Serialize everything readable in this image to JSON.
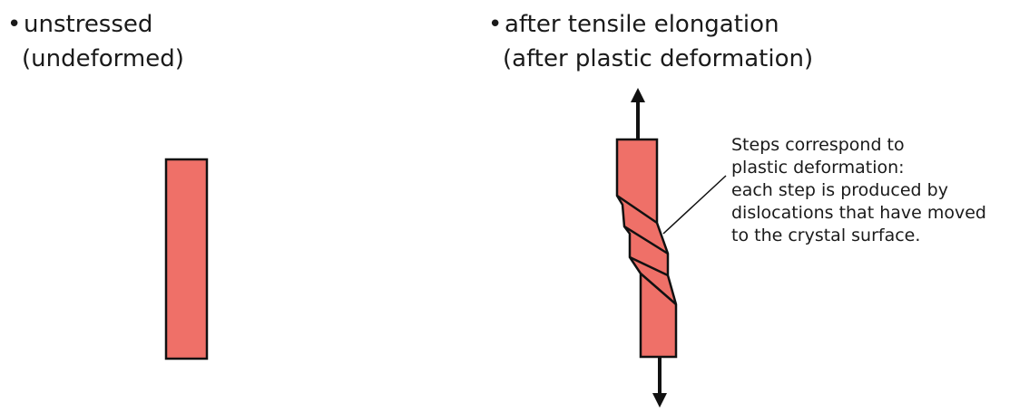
{
  "left_panel": {
    "heading_line1": "unstressed",
    "heading_line2": "(undeformed)",
    "bullet": "•"
  },
  "right_panel": {
    "heading_line1": "after tensile elongation",
    "heading_line2": "(after plastic deformation)",
    "bullet": "•"
  },
  "annotation": {
    "lines": [
      "Steps correspond to",
      "plastic deformation:",
      "each step is produced by",
      "dislocations that have moved",
      "to the crystal surface."
    ]
  },
  "colors": {
    "crystal_fill": "#ef7068",
    "outline": "#111111",
    "arrow": "#111111"
  }
}
